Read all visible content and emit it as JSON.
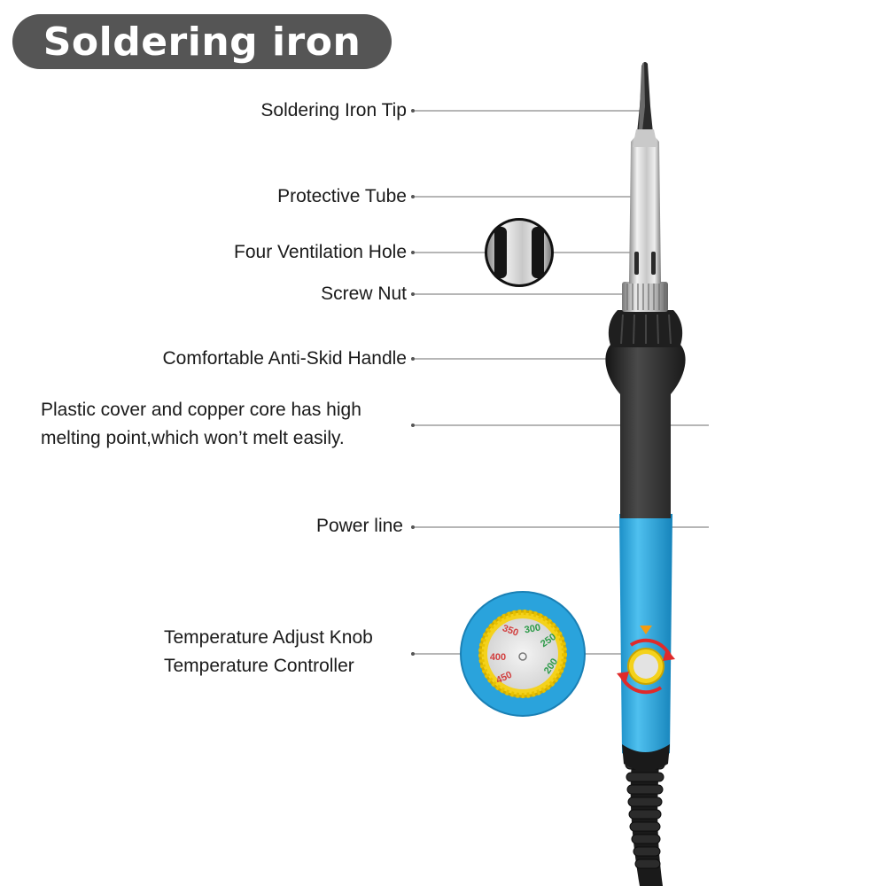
{
  "title": "Soldering iron",
  "labels": {
    "tip": "Soldering Iron Tip",
    "tube": "Protective Tube",
    "ventilation": "Four Ventilation Hole",
    "nut": "Screw Nut",
    "handle": "Comfortable Anti-Skid Handle",
    "plastic_line1": "Plastic cover and copper core has high",
    "plastic_line2": "melting point,which won’t melt easily.",
    "power": "Power line",
    "knob_line1": "Temperature Adjust Knob",
    "knob_line2": "Temperature Controller"
  },
  "knob_dial": {
    "values": [
      "200",
      "250",
      "300",
      "350",
      "400",
      "450"
    ]
  },
  "colors": {
    "title_bg": "#555555",
    "barrel_blue": "#2aa3dc",
    "handle_black": "#2a2a2a",
    "knob_yellow": "#f4d21c",
    "arrow_red": "#e02a2a",
    "arrow_orange": "#f39c12"
  }
}
